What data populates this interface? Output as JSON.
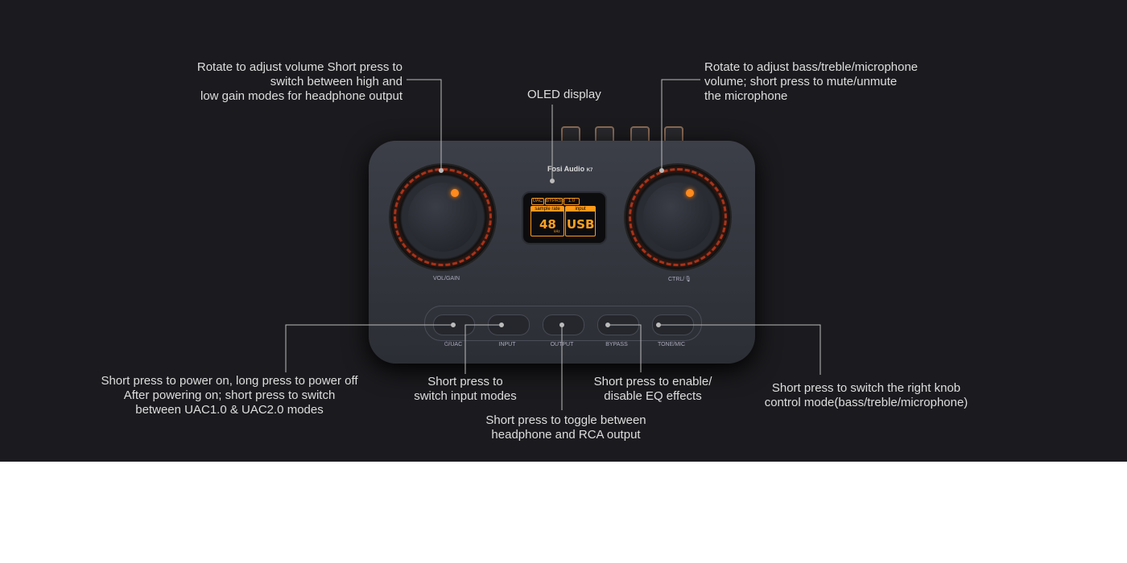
{
  "device": {
    "brand": "Fosi Audio",
    "model": "K7",
    "knobs": {
      "left": "VOL/GAIN",
      "right": "CTRL/🎙"
    },
    "display": {
      "tags": [
        "UAC",
        "BYPASS",
        "1.0"
      ],
      "sample_rate_label": "sample rate",
      "sample_rate_value": "48",
      "sample_rate_unit": "kHz",
      "input_label": "input",
      "input_value": "USB"
    },
    "buttons": [
      "⏻/UAC",
      "INPUT",
      "OUTPUT",
      "BYPASS",
      "TONE/MIC"
    ]
  },
  "callouts": {
    "left_knob": "Rotate to adjust volume Short press to\nswitch between high and\nlow gain modes for headphone output",
    "oled": "OLED display",
    "right_knob": "Rotate to adjust bass/treble/microphone\nvolume; short press to mute/unmute\nthe microphone",
    "power": "Short press to power on, long press to power off\nAfter powering on; short press to switch\nbetween UAC1.0 & UAC2.0 modes",
    "input": "Short press to\nswitch input modes",
    "output": "Short press to toggle between\nheadphone and RCA output",
    "bypass": "Short press to enable/\ndisable EQ effects",
    "tone": "Short press to switch the right knob\ncontrol mode(bass/treble/microphone)"
  }
}
